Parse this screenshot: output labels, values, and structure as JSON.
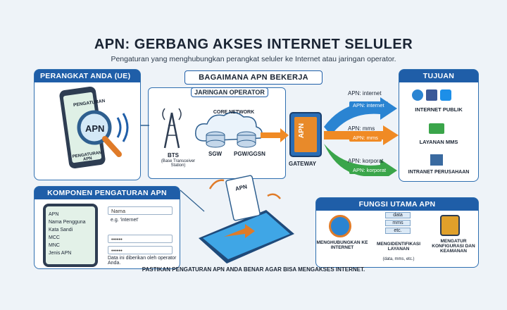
{
  "header": {
    "title": "APN: GERBANG AKSES INTERNET SELULER",
    "subtitle": "Pengaturan yang menghubungkan perangkat seluler ke Internet atau jaringan operator."
  },
  "device_panel": {
    "title": "PERANGKAT ANDA (UE)",
    "screen_top": "PENGATURAN",
    "screen_bottom": "PENGATURAN APN",
    "lens_label": "APN"
  },
  "center": {
    "title": "BAGAIMANA APN BEKERJA",
    "network_title": "JARINGAN OPERATOR",
    "cloud_label": "CORE NETWORK",
    "bts_label": "BTS",
    "bts_sub": "(Base Transceiver Station)",
    "sgw_label": "SGW",
    "pgw_label": "PGW/GGSN",
    "gateway_box": "APN",
    "gateway_label": "GATEWAY",
    "phone_card": "APN"
  },
  "routes": [
    {
      "apn": "APN: internet",
      "pill": "APN: internet",
      "color": "#2a84d2"
    },
    {
      "apn": "APN: mms",
      "pill": "APN: mms",
      "color": "#f08a24"
    },
    {
      "apn": "APN: korporat",
      "pill": "APN: korporat",
      "color": "#3aa54a"
    }
  ],
  "destinations": {
    "title": "TUJUAN",
    "items": [
      "INTERNET PUBLIK",
      "LAYANAN MMS",
      "INTRANET PERUSAHAAN"
    ]
  },
  "components": {
    "title": "KOMPONEN PENGATURAN APN",
    "list": [
      "APN",
      "Nama Pengguna",
      "Kata Sandi",
      "MCC",
      "MNC",
      "Jenis APN"
    ],
    "field_name": "Nama",
    "field_example": "e.g. 'internet'",
    "field_pass1": "••••••",
    "field_pass2": "••••••",
    "note": "Data ini diberikan oleh operator Anda."
  },
  "functions": {
    "title": "FUNGSI UTAMA APN",
    "items": [
      "MENGHUBUNGKAN KE INTERNET",
      "MENGIDENTIFIKASI LAYANAN",
      "MENGATUR KONFIGURASI DAN KEAMANAN"
    ],
    "sub": "(data, mms, etc.)",
    "chips": [
      "data",
      "mms",
      "etc."
    ]
  },
  "footer": "PASTIKAN PENGATURAN APN ANDA BENAR AGAR BISA MENGAKSES INTERNET."
}
